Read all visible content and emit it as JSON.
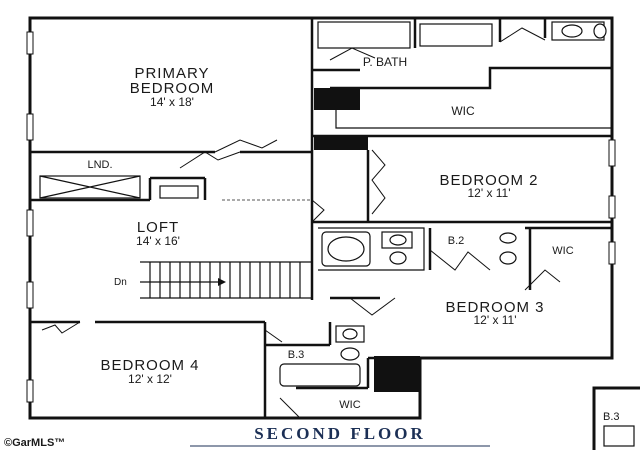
{
  "rooms": {
    "primary_bedroom": {
      "line1": "PRIMARY",
      "line2": "BEDROOM",
      "dims": "14' x 18'"
    },
    "primary_bath": {
      "label": "P. BATH"
    },
    "primary_wic": {
      "label": "WIC"
    },
    "laundry": {
      "label": "LND."
    },
    "loft": {
      "label": "LOFT",
      "dims": "14' x 16'"
    },
    "stairs": {
      "label": "Dn"
    },
    "bedroom2": {
      "label": "BEDROOM 2",
      "dims": "12' x 11'"
    },
    "bath2": {
      "label": "B.2"
    },
    "wic2": {
      "label": "WIC"
    },
    "bedroom3": {
      "label": "BEDROOM 3",
      "dims": "12' x 11'"
    },
    "bedroom4": {
      "label": "BEDROOM 4",
      "dims": "12' x 12'"
    },
    "bath3": {
      "label": "B.3"
    },
    "wic4": {
      "label": "WIC"
    },
    "partial_bath3": {
      "label": "B.3"
    }
  },
  "floor_title": "SECOND FLOOR",
  "watermark": "©GarMLS™",
  "colors": {
    "title": "#1b2f55",
    "walls": "#111111"
  }
}
